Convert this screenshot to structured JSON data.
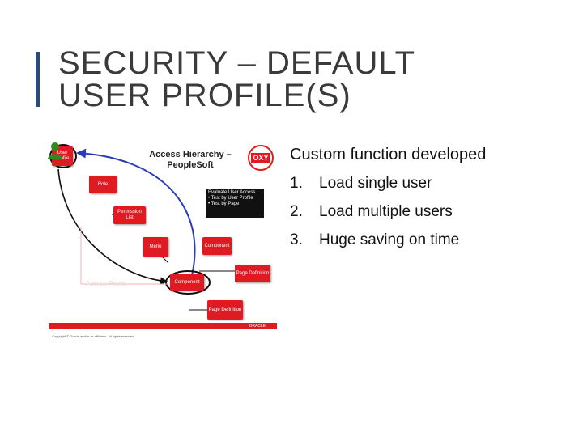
{
  "slide": {
    "title_line1": "SECURITY – DEFAULT",
    "title_line2": "USER PROFILE(S)",
    "intro": "Custom function developed",
    "items": [
      {
        "num": "1.",
        "text": "Load single user"
      },
      {
        "num": "2.",
        "text": "Load multiple users"
      },
      {
        "num": "3.",
        "text": "Huge saving on time"
      }
    ]
  },
  "figure": {
    "title": "Access Hierarchy – PeopleSoft",
    "logo_text": "OXY",
    "eval_lines": [
      "Evaluate User Access",
      "• Test by User Profile",
      "• Test by Page"
    ],
    "boxes": {
      "user_profile": "User Profile",
      "role": "Role",
      "permission_list": "Permission List",
      "menu": "Menu",
      "component_top": "Component",
      "component_bottom": "Component",
      "page_definition_right": "Page Definition",
      "page_definition_bottom": "Page Definition"
    },
    "access_points": "Access Points",
    "brand": "ORACLE",
    "footer": "Copyright © Oracle and/or its affiliates. All rights reserved."
  },
  "colors": {
    "accent_red": "#e01a22",
    "arrow_blue": "#2a3bb5",
    "title_bar": "#2b4a78"
  }
}
